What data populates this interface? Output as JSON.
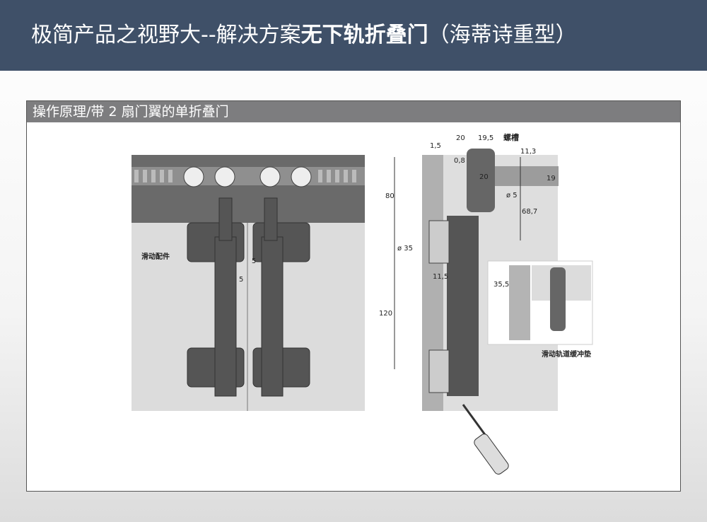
{
  "header": {
    "title_normal": "极简产品之视野大--解决方案",
    "title_bold": "无下轨折叠门",
    "title_suffix": "（海蒂诗重型）"
  },
  "panel": {
    "title": "操作原理/带 2 扇门翼的单折叠门"
  },
  "left_diagram": {
    "label": "滑动配件",
    "dim_a": "5",
    "dim_b": "5"
  },
  "right_diagram": {
    "label_screw_slot": "螺槽",
    "dims": [
      "1,5",
      "20",
      "19,5",
      "11,3",
      "0,8",
      "20",
      "19",
      "ø 5",
      "68,7",
      "80",
      "ø 35",
      "11,5",
      "120"
    ],
    "inset": {
      "dim": "35,5",
      "label": "滑动轨道缓冲垫"
    }
  }
}
